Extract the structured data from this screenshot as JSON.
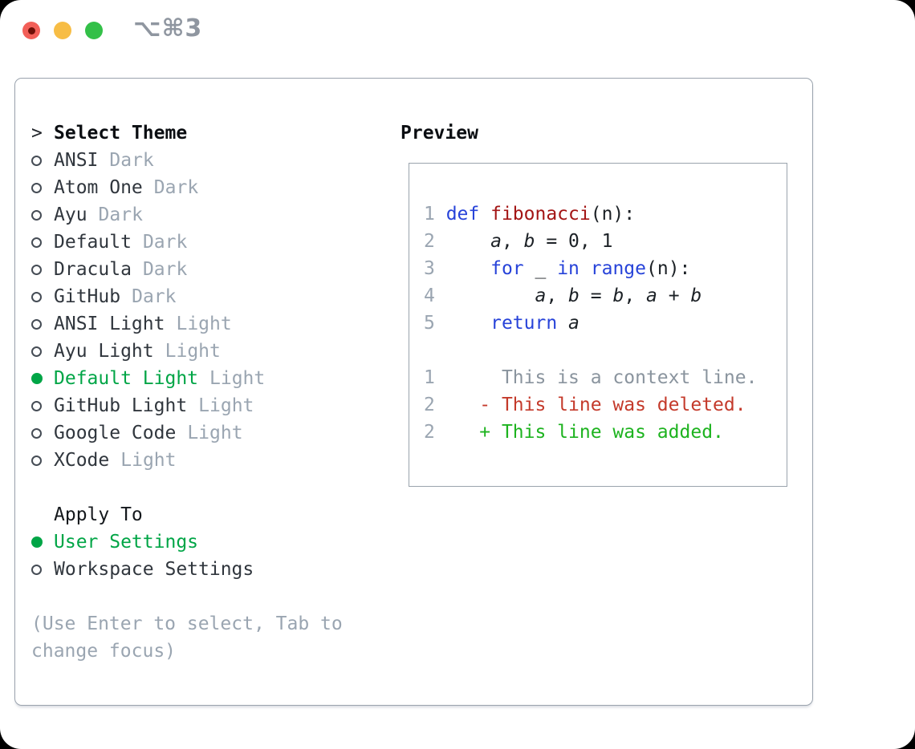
{
  "titlebar": {
    "shortcut": "⌥⌘3"
  },
  "theme_panel": {
    "prompt": ">",
    "title": "Select Theme",
    "items": [
      {
        "name": "ANSI",
        "variant": "Dark",
        "selected": false
      },
      {
        "name": "Atom One",
        "variant": "Dark",
        "selected": false
      },
      {
        "name": "Ayu",
        "variant": "Dark",
        "selected": false
      },
      {
        "name": "Default",
        "variant": "Dark",
        "selected": false
      },
      {
        "name": "Dracula",
        "variant": "Dark",
        "selected": false
      },
      {
        "name": "GitHub",
        "variant": "Dark",
        "selected": false
      },
      {
        "name": "ANSI Light",
        "variant": "Light",
        "selected": false
      },
      {
        "name": "Ayu Light",
        "variant": "Light",
        "selected": false
      },
      {
        "name": "Default Light",
        "variant": "Light",
        "selected": true
      },
      {
        "name": "GitHub Light",
        "variant": "Light",
        "selected": false
      },
      {
        "name": "Google Code",
        "variant": "Light",
        "selected": false
      },
      {
        "name": "XCode",
        "variant": "Light",
        "selected": false
      }
    ]
  },
  "apply_panel": {
    "title": "Apply To",
    "items": [
      {
        "name": "User Settings",
        "selected": true
      },
      {
        "name": "Workspace Settings",
        "selected": false
      }
    ]
  },
  "help": {
    "line1": "(Use Enter to select, Tab to",
    "line2": "change focus)"
  },
  "preview": {
    "title": "Preview",
    "lines": [
      [],
      [
        [
          "1 ",
          "ln"
        ],
        [
          "def ",
          "kw"
        ],
        [
          "fibonacci",
          "fn"
        ],
        [
          "(n):",
          "pl"
        ]
      ],
      [
        [
          "2 ",
          "ln"
        ],
        [
          "    ",
          "pl"
        ],
        [
          "a",
          "var"
        ],
        [
          ", ",
          "pl"
        ],
        [
          "b",
          "var"
        ],
        [
          " = 0, 1",
          "pl"
        ]
      ],
      [
        [
          "3 ",
          "ln"
        ],
        [
          "    ",
          "pl"
        ],
        [
          "for",
          "kw"
        ],
        [
          " _ ",
          "pl"
        ],
        [
          "in",
          "kw"
        ],
        [
          " ",
          "pl"
        ],
        [
          "range",
          "kw"
        ],
        [
          "(n):",
          "pl"
        ]
      ],
      [
        [
          "4 ",
          "ln"
        ],
        [
          "        ",
          "pl"
        ],
        [
          "a",
          "var"
        ],
        [
          ", ",
          "pl"
        ],
        [
          "b",
          "var"
        ],
        [
          " = ",
          "pl"
        ],
        [
          "b",
          "var"
        ],
        [
          ", ",
          "pl"
        ],
        [
          "a",
          "var"
        ],
        [
          " + ",
          "pl"
        ],
        [
          "b",
          "var"
        ]
      ],
      [
        [
          "5 ",
          "ln"
        ],
        [
          "    ",
          "pl"
        ],
        [
          "return",
          "kw"
        ],
        [
          " ",
          "pl"
        ],
        [
          "a",
          "var"
        ]
      ],
      [],
      [
        [
          "1",
          "ln"
        ],
        [
          "      This is a context line.",
          "ctx"
        ]
      ],
      [
        [
          "2",
          "ln"
        ],
        [
          "    ",
          "pl"
        ],
        [
          "- This line was deleted.",
          "del"
        ]
      ],
      [
        [
          "2",
          "ln"
        ],
        [
          "    ",
          "pl"
        ],
        [
          "+ This line was added.",
          "add"
        ]
      ],
      []
    ]
  },
  "colors": {
    "accent_green": "#00a546",
    "diff_add": "#1db31f",
    "diff_del": "#c43a2b",
    "syntax_keyword": "#2743d9",
    "syntax_function": "#a31515",
    "muted": "#9aa5b1",
    "context_gray": "#8a949e",
    "text": "#1c2126",
    "border": "#9aa3ad",
    "traffic_red": "#f25f58",
    "traffic_yellow": "#f7bd45",
    "traffic_green": "#33c048"
  }
}
